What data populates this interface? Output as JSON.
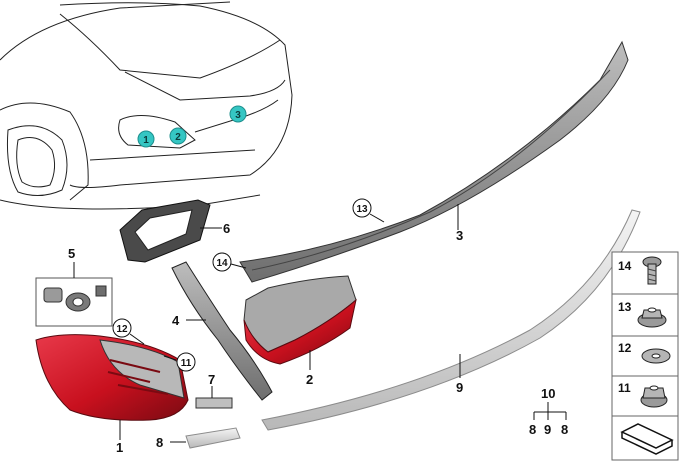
{
  "callouts": {
    "c1": "1",
    "c2": "2",
    "c3": "3",
    "c4": "4",
    "c5": "5",
    "c6": "6",
    "c7": "7",
    "c8": "8",
    "c9": "9",
    "c10": "10",
    "circle11": "11",
    "circle12": "12",
    "circle13": "13",
    "circle14": "14",
    "car1": "1",
    "car2": "2",
    "car3": "3",
    "set_8a": "8",
    "set_9": "9",
    "set_8b": "8"
  },
  "side_panel": [
    {
      "number": "14",
      "icon": "screw-icon"
    },
    {
      "number": "13",
      "icon": "flange-nut-icon"
    },
    {
      "number": "12",
      "icon": "washer-icon"
    },
    {
      "number": "11",
      "icon": "hex-nut-icon"
    },
    {
      "number": "",
      "icon": "kit-symbol-icon"
    }
  ],
  "colors": {
    "car_marker": "#35c6c3",
    "lamp_red": "#c8101e",
    "trim_grey": "#8a8a8a",
    "strip_silver": "#d9d9d9"
  }
}
